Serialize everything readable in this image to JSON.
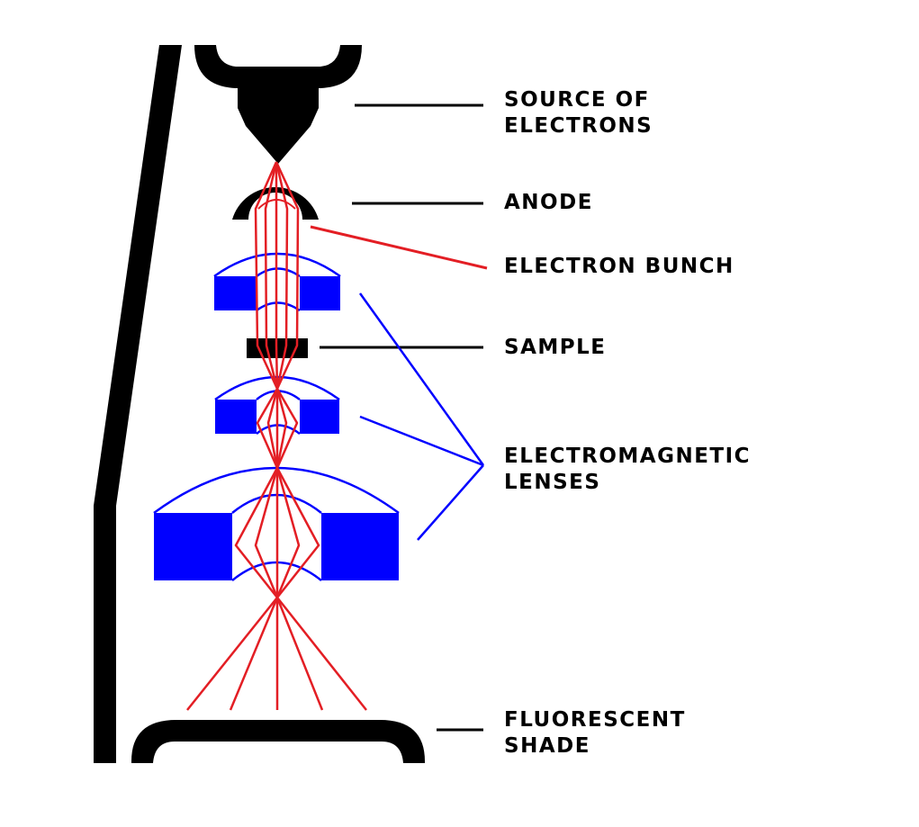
{
  "labels": {
    "source": [
      "SOURCE OF",
      "ELECTRONS"
    ],
    "anode": [
      "ANODE"
    ],
    "bunch": [
      "ELECTRON BUNCH"
    ],
    "sample": [
      "SAMPLE"
    ],
    "lenses": [
      "ELECTROMAGNETIC",
      "LENSES"
    ],
    "shade": [
      "FLUORESCENT",
      "SHADE"
    ]
  },
  "colors": {
    "structure": "#000000",
    "lens": "#0000ff",
    "beam": "#e31e24",
    "background": "#ffffff"
  }
}
